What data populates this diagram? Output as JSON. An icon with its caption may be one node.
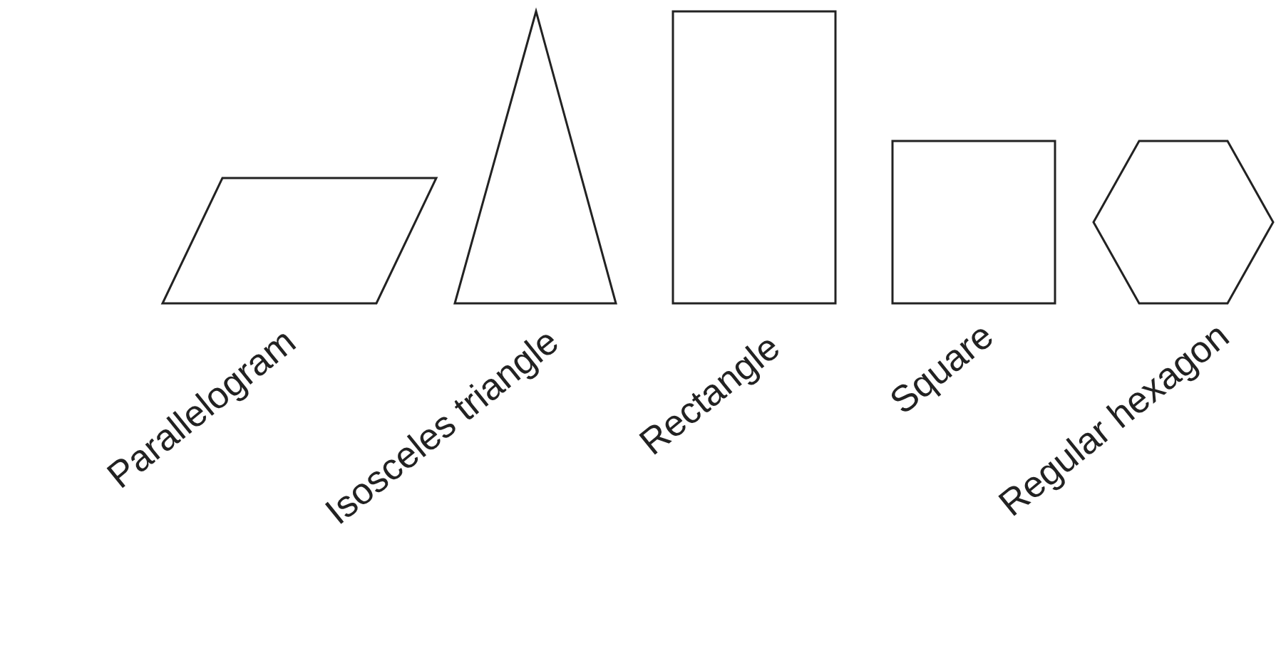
{
  "diagram": {
    "nodes": [
      {
        "text": [
          "Parallelogram"
        ]
      },
      {
        "text": [
          "Isosceles triangle"
        ]
      },
      {
        "text": [
          "Rectangle"
        ]
      },
      {
        "text": [
          "Square"
        ]
      },
      {
        "text": [
          "Regular hexagon"
        ]
      }
    ],
    "edges": []
  }
}
